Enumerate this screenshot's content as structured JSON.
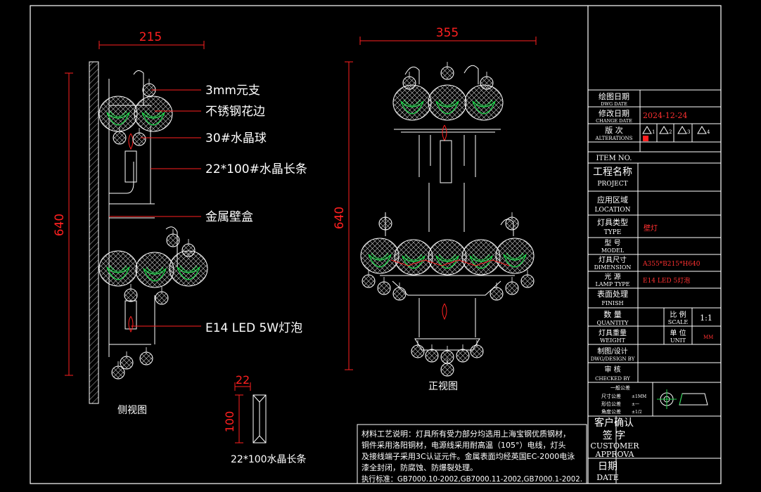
{
  "dimensions": {
    "side_width": "215",
    "side_height": "640",
    "front_width": "355",
    "front_height": "640",
    "bar_width": "22",
    "bar_height": "100"
  },
  "annotations": {
    "crystal_stick": "3mm元支",
    "steel_flower": "不锈钢花边",
    "crystal_ball": "30#水晶球",
    "crystal_bar": "22*100#水晶长条",
    "metal_box": "金属壁盒",
    "bulb": "E14 LED 5W灯泡"
  },
  "view_labels": {
    "side": "侧视图",
    "front": "正视图",
    "bar": "22*100水晶长条"
  },
  "notes": [
    "材料工艺说明：灯具所有受力部分均选用上海宝钢优质钢材，",
    "铜件采用洛阳铜材，电源线采用耐高温（105°）电线，灯头",
    "及接线端子采用3C认证元件。金属表面均经英国EC-2000电泳",
    "漆全封闭，防腐蚀、防爆裂处理。",
    "执行标准：GB7000.10-2002,GB7000.11-2002,GB7000.1-2002."
  ],
  "title_block": {
    "draw_date_cn": "绘图日期",
    "draw_date_en": "DWG  DATE",
    "change_date_cn": "修改日期",
    "change_date_en": "CHANGE DATE",
    "change_date_value": "2024-12-24",
    "alterations_cn": "版    次",
    "alterations_en": "ALTERATIONS",
    "alteration_marks": [
      "1",
      "2",
      "3",
      "4"
    ],
    "item_no": "ITEM NO.",
    "project_cn": "工程名称",
    "project_en": "PROJECT",
    "location_cn": "应用区域",
    "location_en": "LOCATION",
    "type_cn": "灯具类型",
    "type_en": "TYPE",
    "type_value": "壁灯",
    "model_cn": "型    号",
    "model_en": "MODEL",
    "dimension_cn": "灯具尺寸",
    "dimension_en": "DIMENSION",
    "dimension_value": "A355*B215*H640",
    "lamp_cn": "光    源",
    "lamp_en": "LAMP TYPE",
    "lamp_value": "E14  LED  5灯泡",
    "finish_cn": "表面处理",
    "finish_en": "FINISH",
    "quantity_cn": "数    量",
    "quantity_en": "QUANTITY",
    "scale_cn": "比  例",
    "scale_en": "SCALE",
    "scale_value": "1:1",
    "weight_cn": "灯具重量",
    "weight_en": "WEIGHT",
    "unit_cn": "单  位",
    "unit_en": "UNIT",
    "unit_value": "MM",
    "design_cn": "制图/设计",
    "design_en": "DWG/DESIGN BY",
    "checked_cn": "审    核",
    "checked_en": "CHECKED BY",
    "tolerance_title": "一般公差",
    "tolerance_rows": [
      {
        "label": "尺寸公差",
        "value": "±1MM"
      },
      {
        "label": "形位公差",
        "value": "±一"
      },
      {
        "label": "角度公差",
        "value": "±1/2"
      }
    ],
    "customer_cn": "客户确认",
    "sign_cn": "签    字",
    "customer_en1": "CUSTOMER",
    "customer_en2": "APPROVA",
    "date_cn": "日期",
    "date_en": "DATE"
  },
  "colors": {
    "dimension": "#ff2020",
    "leader": "#ff2020",
    "drawing": "#ffffff",
    "leaf": "#1fd14a",
    "note_red": "#ff3030",
    "background": "#000000"
  }
}
